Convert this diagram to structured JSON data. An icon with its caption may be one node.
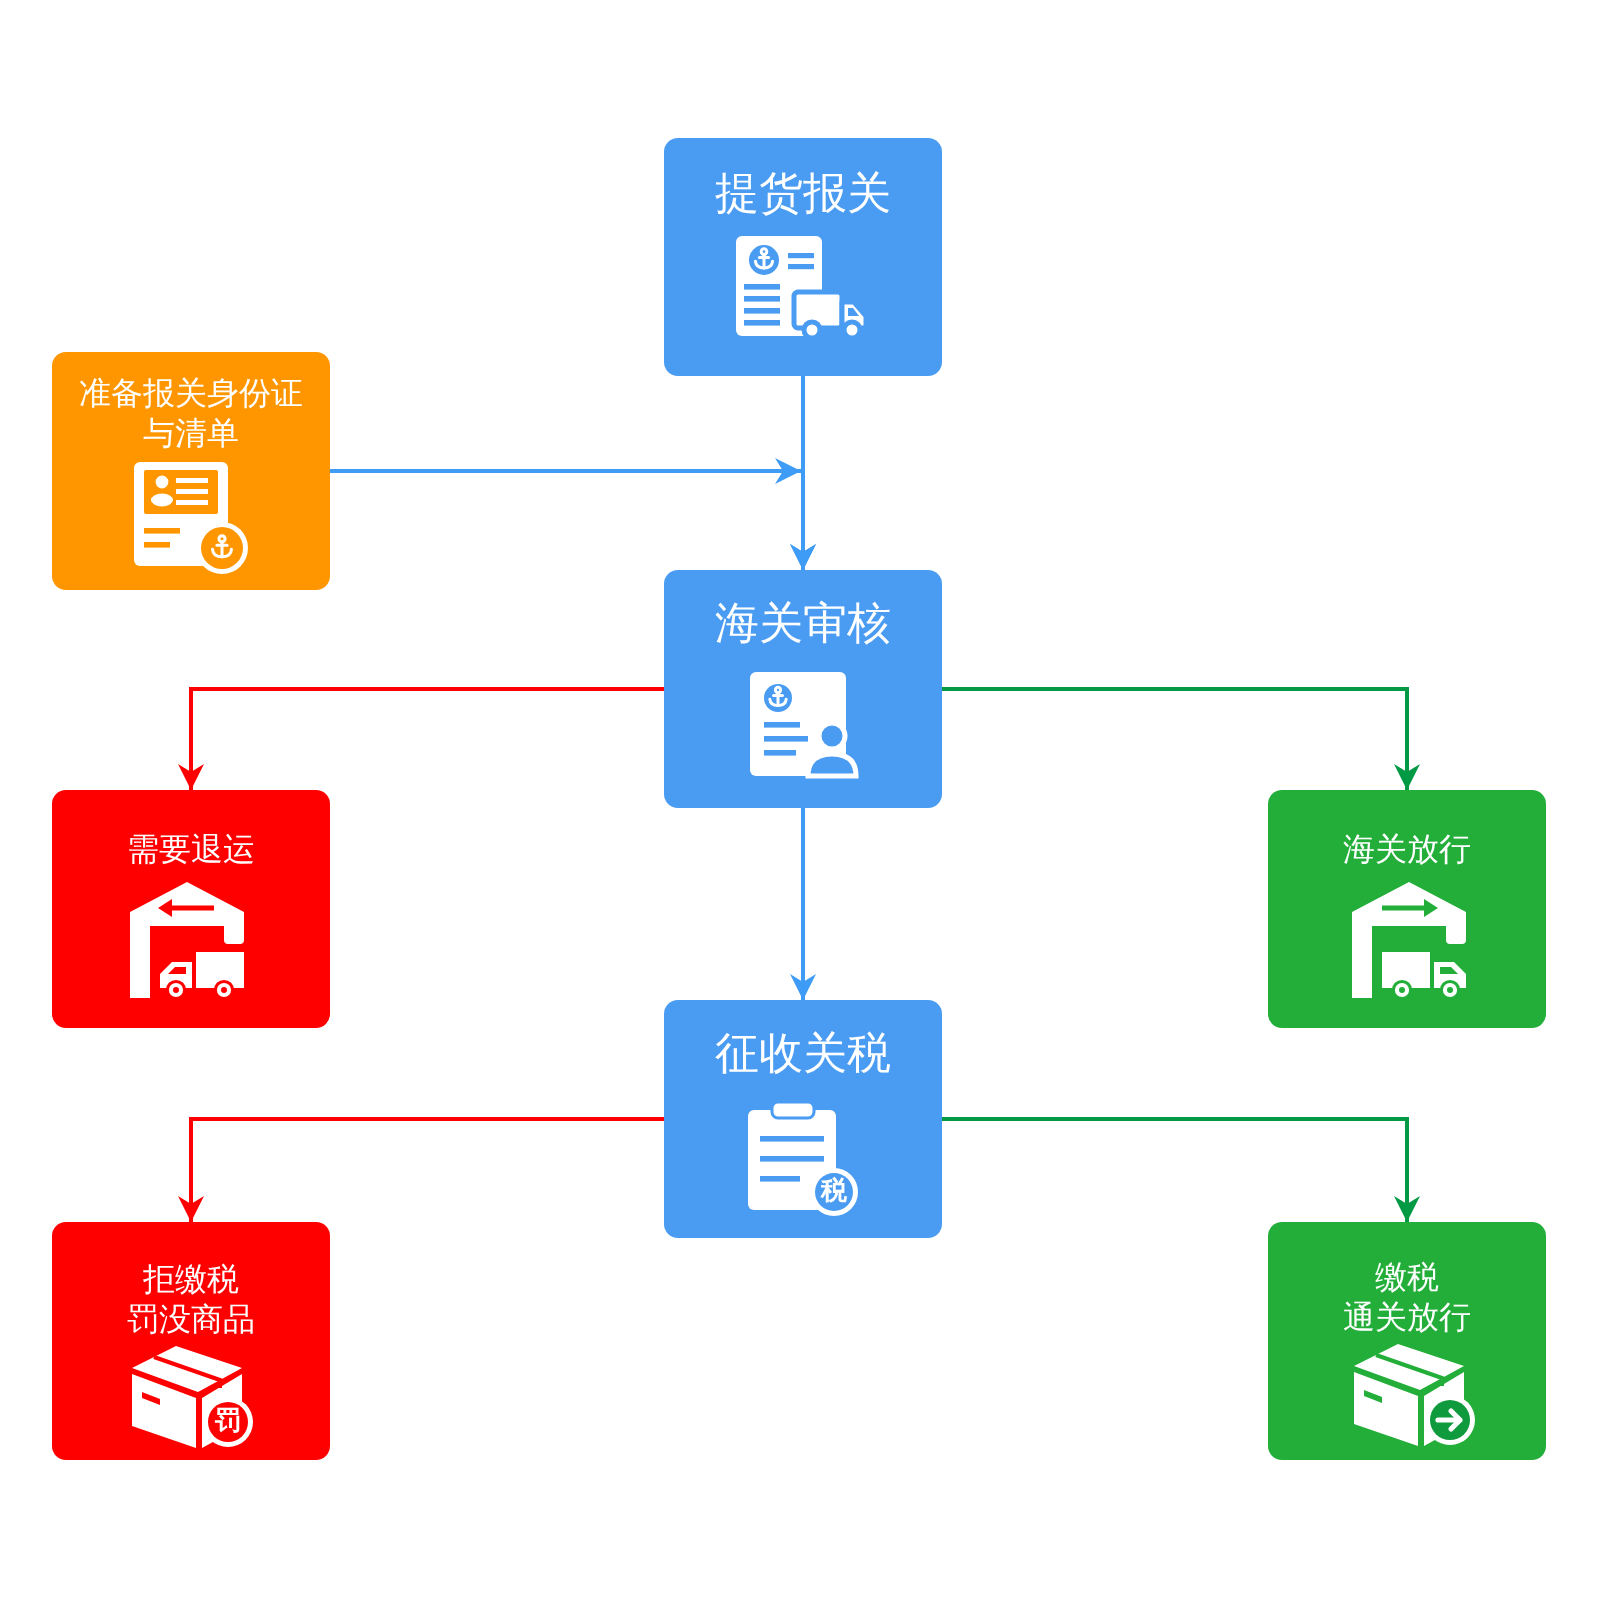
{
  "diagram": {
    "nodes": [
      {
        "text": [
          "提货报关"
        ]
      },
      {
        "text": [
          "准备报关身份证与清单"
        ]
      },
      {
        "text": [
          "海关审核"
        ]
      },
      {
        "text": [
          "需要退运"
        ]
      },
      {
        "text": [
          "海关放行"
        ]
      },
      {
        "text": [
          "征收关税"
        ]
      },
      {
        "text": [
          "拒缴税",
          "罚没商品"
        ]
      },
      {
        "text": [
          "缴税",
          "通关放行"
        ]
      }
    ],
    "edges": [
      {
        "from": 0,
        "to": 2,
        "arrow": "to"
      },
      {
        "from": 1,
        "to": 2,
        "arrow": "to"
      },
      {
        "from": 2,
        "to": 3,
        "arrow": "to",
        "color": "#ff0000"
      },
      {
        "from": 2,
        "to": 4,
        "arrow": "to",
        "color": "#009944"
      },
      {
        "from": 2,
        "to": 5,
        "arrow": "to"
      },
      {
        "from": 5,
        "to": 6,
        "arrow": "to",
        "color": "#ff0000"
      },
      {
        "from": 5,
        "to": 7,
        "arrow": "to",
        "color": "#009944"
      }
    ],
    "labels": [
      "税",
      "罚"
    ]
  }
}
